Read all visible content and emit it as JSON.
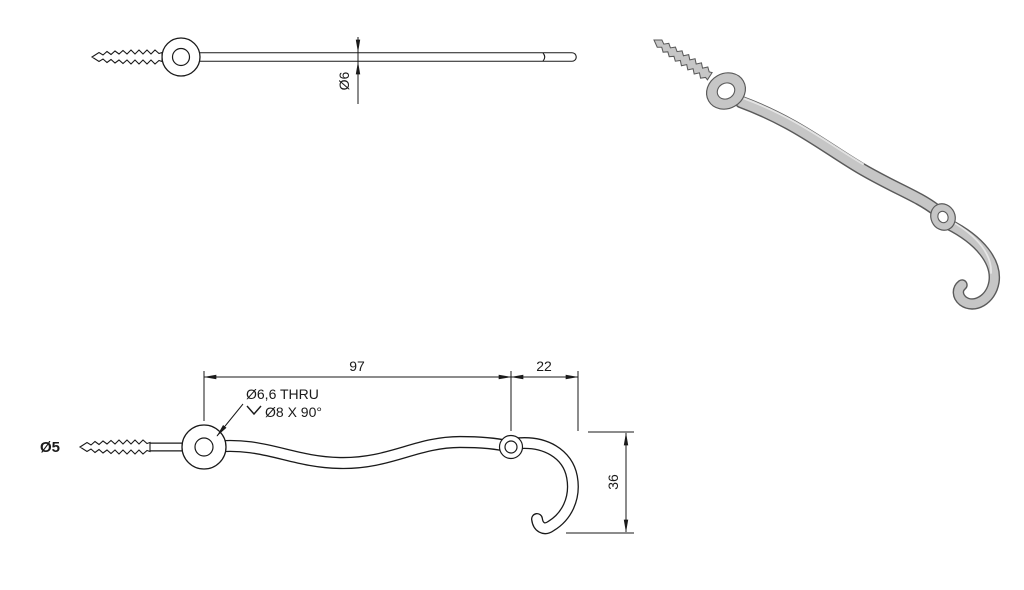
{
  "drawing": {
    "canvas": {
      "background": "#ffffff"
    },
    "palette": {
      "line": "#1a1a1a",
      "shade_fill": "#c6c6c6",
      "shade_outline": "#5a5a5a",
      "highlight": "#e9e9e9"
    },
    "dimensions": {
      "shaft_diameter_label": "Ø6",
      "screw_diameter_label": "Ø5",
      "center_distance_label": "97",
      "hook_overhang_label": "22",
      "hook_height_label": "36",
      "hole_callout_line1": "Ø6,6 THRU",
      "hole_callout_line2": "Ø8 X 90°"
    }
  }
}
